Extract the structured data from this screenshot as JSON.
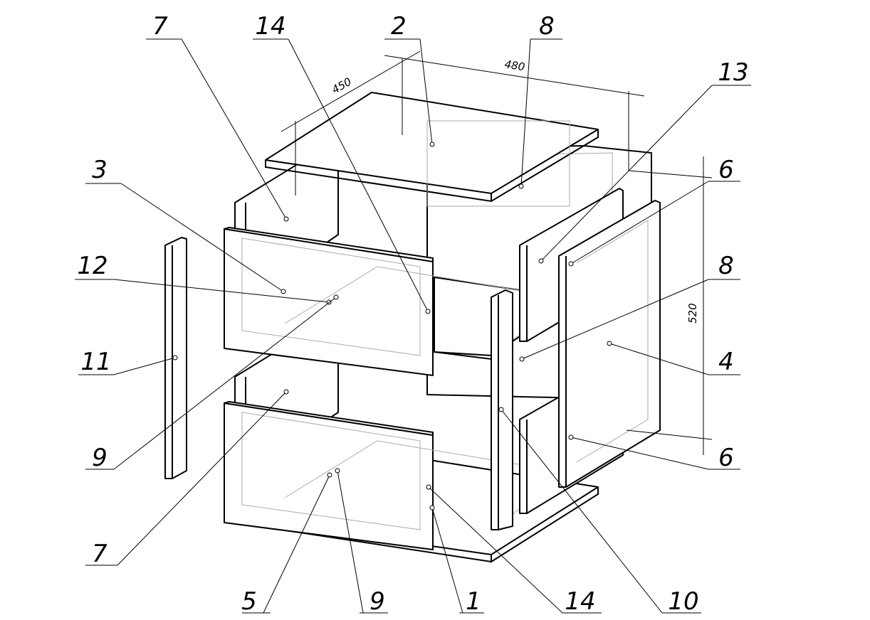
{
  "drawing": {
    "dimensions": {
      "depth": "450",
      "width": "480",
      "height": "520"
    },
    "callouts": [
      {
        "id": "c1",
        "label": "7"
      },
      {
        "id": "c2",
        "label": "14"
      },
      {
        "id": "c3",
        "label": "2"
      },
      {
        "id": "c4",
        "label": "8"
      },
      {
        "id": "c5",
        "label": "13"
      },
      {
        "id": "c6",
        "label": "3"
      },
      {
        "id": "c7",
        "label": "12"
      },
      {
        "id": "c8",
        "label": "6"
      },
      {
        "id": "c9",
        "label": "8"
      },
      {
        "id": "c10",
        "label": "11"
      },
      {
        "id": "c11",
        "label": "4"
      },
      {
        "id": "c12",
        "label": "9"
      },
      {
        "id": "c13",
        "label": "6"
      },
      {
        "id": "c14",
        "label": "7"
      },
      {
        "id": "c15",
        "label": "5"
      },
      {
        "id": "c16",
        "label": "9"
      },
      {
        "id": "c17",
        "label": "1"
      },
      {
        "id": "c18",
        "label": "14"
      },
      {
        "id": "c19",
        "label": "10"
      }
    ]
  }
}
